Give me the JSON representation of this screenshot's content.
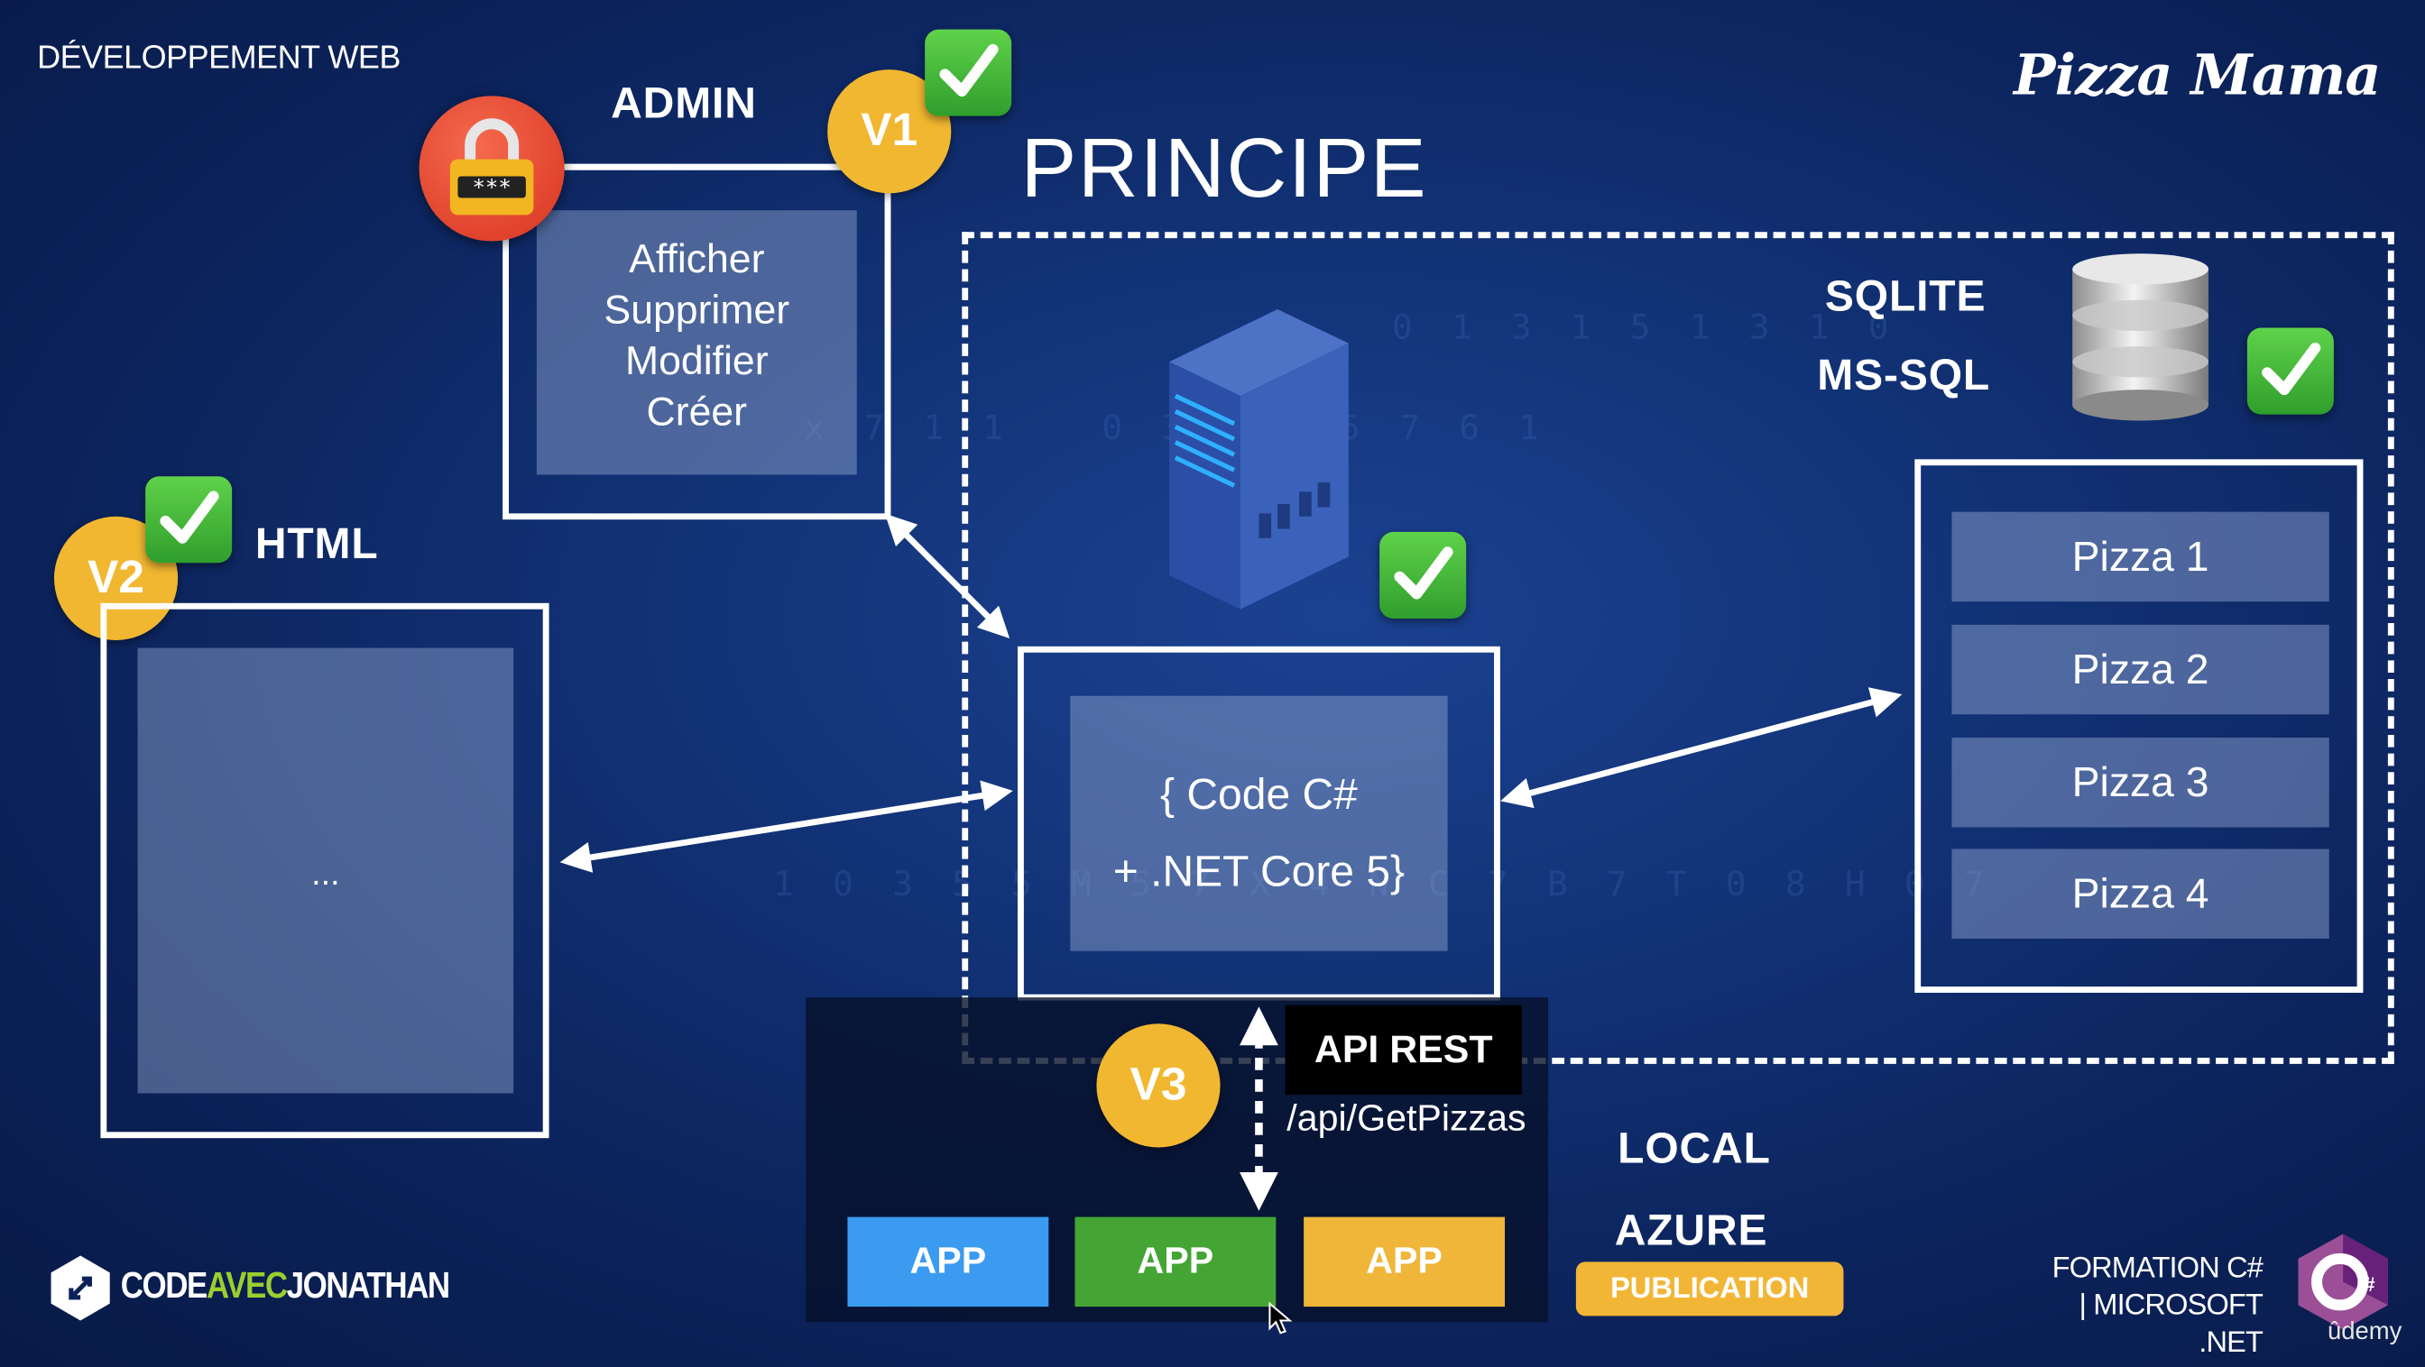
{
  "header": {
    "course_title": "DÉVELOPPEMENT WEB",
    "brand": "Pizza Mama"
  },
  "diagram": {
    "title": "PRINCIPE",
    "admin": {
      "label": "ADMIN",
      "actions": [
        "Afficher",
        "Supprimer",
        "Modifier",
        "Créer"
      ],
      "version": "V1"
    },
    "html": {
      "label": "HTML",
      "content": "...",
      "version": "V2"
    },
    "server": {
      "code_line1": "{ Code C#",
      "code_line2": "+ .NET Core 5}"
    },
    "database": {
      "label1": "SQLITE",
      "label2": "MS-SQL",
      "items": [
        "Pizza 1",
        "Pizza 2",
        "Pizza 3",
        "Pizza 4"
      ]
    },
    "api": {
      "label": "API REST",
      "endpoint": "/api/GetPizzas",
      "version": "V3"
    },
    "apps": [
      {
        "label": "APP",
        "color": "#3b9bf0"
      },
      {
        "label": "APP",
        "color": "#44a534"
      },
      {
        "label": "APP",
        "color": "#efb63a"
      }
    ],
    "deploy": {
      "local": "LOCAL",
      "azure": "AZURE",
      "publication": "PUBLICATION"
    },
    "lock_code": "***"
  },
  "footer": {
    "logo_part1": "CODE",
    "logo_part2": "AVEC",
    "logo_part3": "JONATHAN",
    "formation_line1": "FORMATION C#",
    "formation_line2": "| MICROSOFT .NET",
    "csharp_glyph": "C#",
    "udemy": "ûdemy"
  },
  "colors": {
    "background": "#123276",
    "badge": "#f1b730",
    "check": "#3fb63a",
    "lock": "#e5412d",
    "accent_green": "#9ccf2e"
  }
}
